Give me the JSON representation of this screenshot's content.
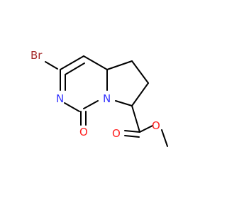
{
  "molecule": {
    "atoms": [
      {
        "id": "Br",
        "symbol": "Br",
        "color": "#a52a2a"
      },
      {
        "id": "N3",
        "symbol": "N",
        "color": "#3333ff"
      },
      {
        "id": "N7",
        "symbol": "N",
        "color": "#3333ff"
      },
      {
        "id": "O_carbonyl",
        "symbol": "O",
        "color": "#ff2020"
      },
      {
        "id": "O_ester_double",
        "symbol": "O",
        "color": "#ff2020"
      },
      {
        "id": "O_ester_single",
        "symbol": "O",
        "color": "#ff2020"
      }
    ],
    "bond_color": "#000000"
  }
}
